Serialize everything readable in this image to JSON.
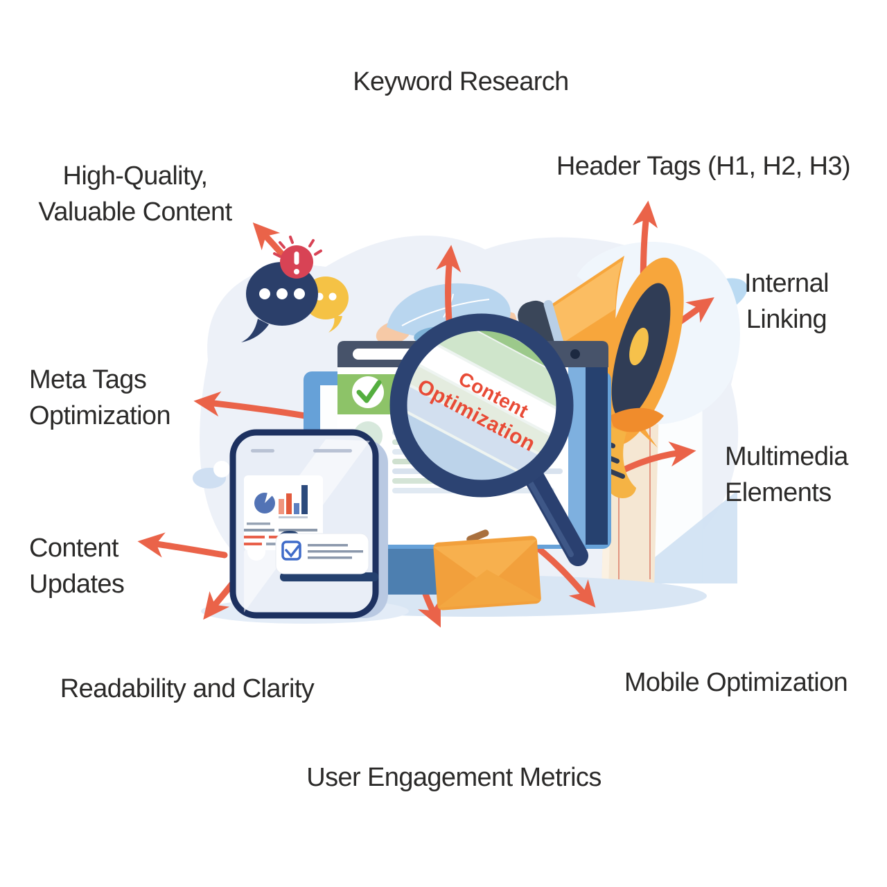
{
  "infographic": {
    "center_text": {
      "line1": "Content",
      "line2": "Optimization"
    },
    "labels": {
      "keyword_research": "Keyword Research",
      "high_quality_line1": "High-Quality,",
      "high_quality_line2": "Valuable Content",
      "header_tags": "Header Tags (H1, H2, H3)",
      "internal_linking_line1": "Internal",
      "internal_linking_line2": "Linking",
      "meta_tags_line1": "Meta Tags",
      "meta_tags_line2": "Optimization",
      "multimedia_line1": "Multimedia",
      "multimedia_line2": "Elements",
      "content_updates_line1": "Content",
      "content_updates_line2": "Updates",
      "readability": "Readability and Clarity",
      "mobile_optimization": "Mobile Optimization",
      "user_engagement": "User Engagement Metrics"
    },
    "colors": {
      "arrow": "#ea6349",
      "text": "#2b2a29",
      "magnifier_text": "#e84b36",
      "navy": "#2b3f6a",
      "monitor_blue": "#66a1d8",
      "green_banner": "#8dc368",
      "megaphone_orange": "#f7a63c",
      "envelope_orange": "#f2a03c",
      "alert_red": "#d84355",
      "bubble_yellow": "#f5c245",
      "background_blob": "#edf1f8"
    }
  }
}
